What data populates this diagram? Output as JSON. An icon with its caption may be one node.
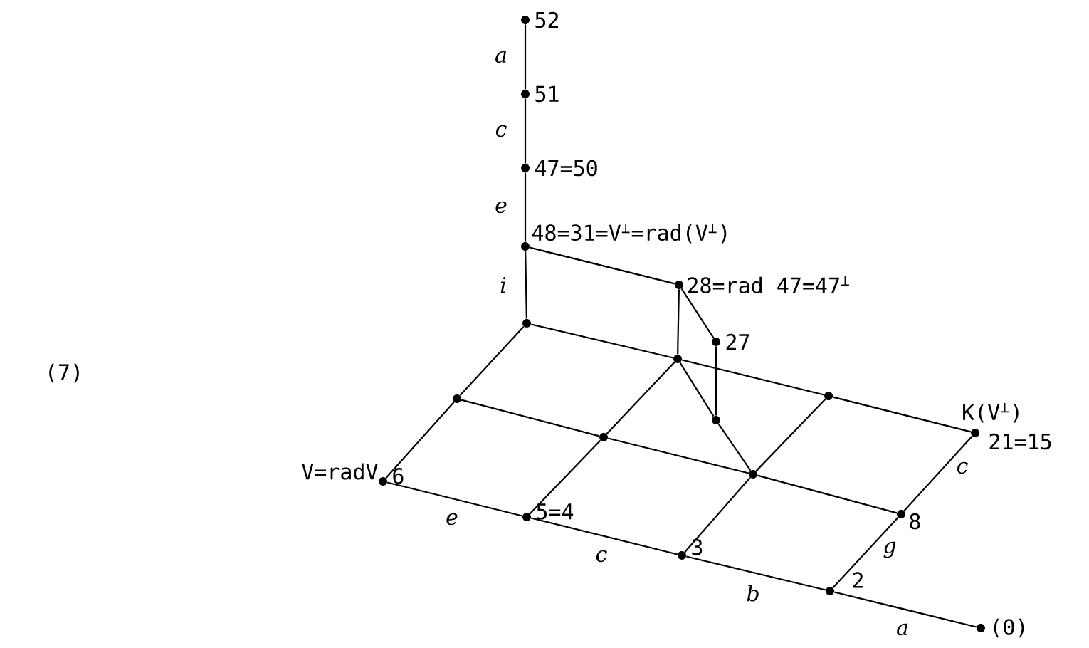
{
  "diagram": {
    "nodes": [
      {
        "text": [
          "52"
        ]
      },
      {
        "text": [
          "51"
        ]
      },
      {
        "text": [
          "47=50"
        ]
      },
      {
        "text": [
          "48=31=V$^{⊥}$=rad(V$^{⊥}$)"
        ]
      },
      {
        "text": [
          "28=rad 47=47$^{⊥}$"
        ]
      },
      {
        "text": [
          "27"
        ]
      },
      {
        "text": [],
        "shape": "circle"
      },
      {
        "text": [],
        "shape": "circle"
      },
      {
        "text": [],
        "shape": "circle"
      },
      {
        "text": [
          "K(V$^{⊥}$)",
          "21=15"
        ]
      },
      {
        "text": [],
        "shape": "circle"
      },
      {
        "text": [],
        "shape": "circle"
      },
      {
        "text": [],
        "shape": "circle"
      },
      {
        "text": [],
        "shape": "circle"
      },
      {
        "text": [
          "8"
        ]
      },
      {
        "text": [
          "V=radV",
          "6"
        ]
      },
      {
        "text": [
          "5=4"
        ]
      },
      {
        "text": [
          "3"
        ]
      },
      {
        "text": [
          "2"
        ]
      },
      {
        "text": [
          "(0)"
        ]
      }
    ],
    "edges": [
      {
        "from": 1,
        "to": 0,
        "arrow": "none",
        "label": "a"
      },
      {
        "from": 2,
        "to": 1,
        "arrow": "none",
        "label": "c"
      },
      {
        "from": 3,
        "to": 2,
        "arrow": "none",
        "label": "e"
      },
      {
        "from": 6,
        "to": 3,
        "arrow": "none",
        "label": "i"
      },
      {
        "from": 4,
        "to": 3,
        "arrow": "none"
      },
      {
        "from": 7,
        "to": 4,
        "arrow": "none"
      },
      {
        "from": 5,
        "to": 4,
        "arrow": "none"
      },
      {
        "from": 10,
        "to": 5,
        "arrow": "none"
      },
      {
        "from": 10,
        "to": 7,
        "arrow": "none"
      },
      {
        "from": 13,
        "to": 10,
        "arrow": "none"
      },
      {
        "from": 7,
        "to": 6,
        "arrow": "none"
      },
      {
        "from": 8,
        "to": 7,
        "arrow": "none"
      },
      {
        "from": 9,
        "to": 8,
        "arrow": "none"
      },
      {
        "from": 12,
        "to": 11,
        "arrow": "none"
      },
      {
        "from": 13,
        "to": 12,
        "arrow": "none"
      },
      {
        "from": 14,
        "to": 13,
        "arrow": "none"
      },
      {
        "from": 16,
        "to": 15,
        "arrow": "none",
        "label": "e"
      },
      {
        "from": 17,
        "to": 16,
        "arrow": "none",
        "label": "c"
      },
      {
        "from": 18,
        "to": 17,
        "arrow": "none",
        "label": "b"
      },
      {
        "from": 19,
        "to": 18,
        "arrow": "none",
        "label": "a"
      },
      {
        "from": 15,
        "to": 11,
        "arrow": "none"
      },
      {
        "from": 11,
        "to": 6,
        "arrow": "none"
      },
      {
        "from": 16,
        "to": 12,
        "arrow": "none"
      },
      {
        "from": 12,
        "to": 7,
        "arrow": "none"
      },
      {
        "from": 17,
        "to": 13,
        "arrow": "none"
      },
      {
        "from": 13,
        "to": 8,
        "arrow": "none"
      },
      {
        "from": 18,
        "to": 14,
        "arrow": "none",
        "label": "g"
      },
      {
        "from": 14,
        "to": 9,
        "arrow": "none",
        "label": "c"
      }
    ],
    "labels": [
      "(7)"
    ]
  }
}
